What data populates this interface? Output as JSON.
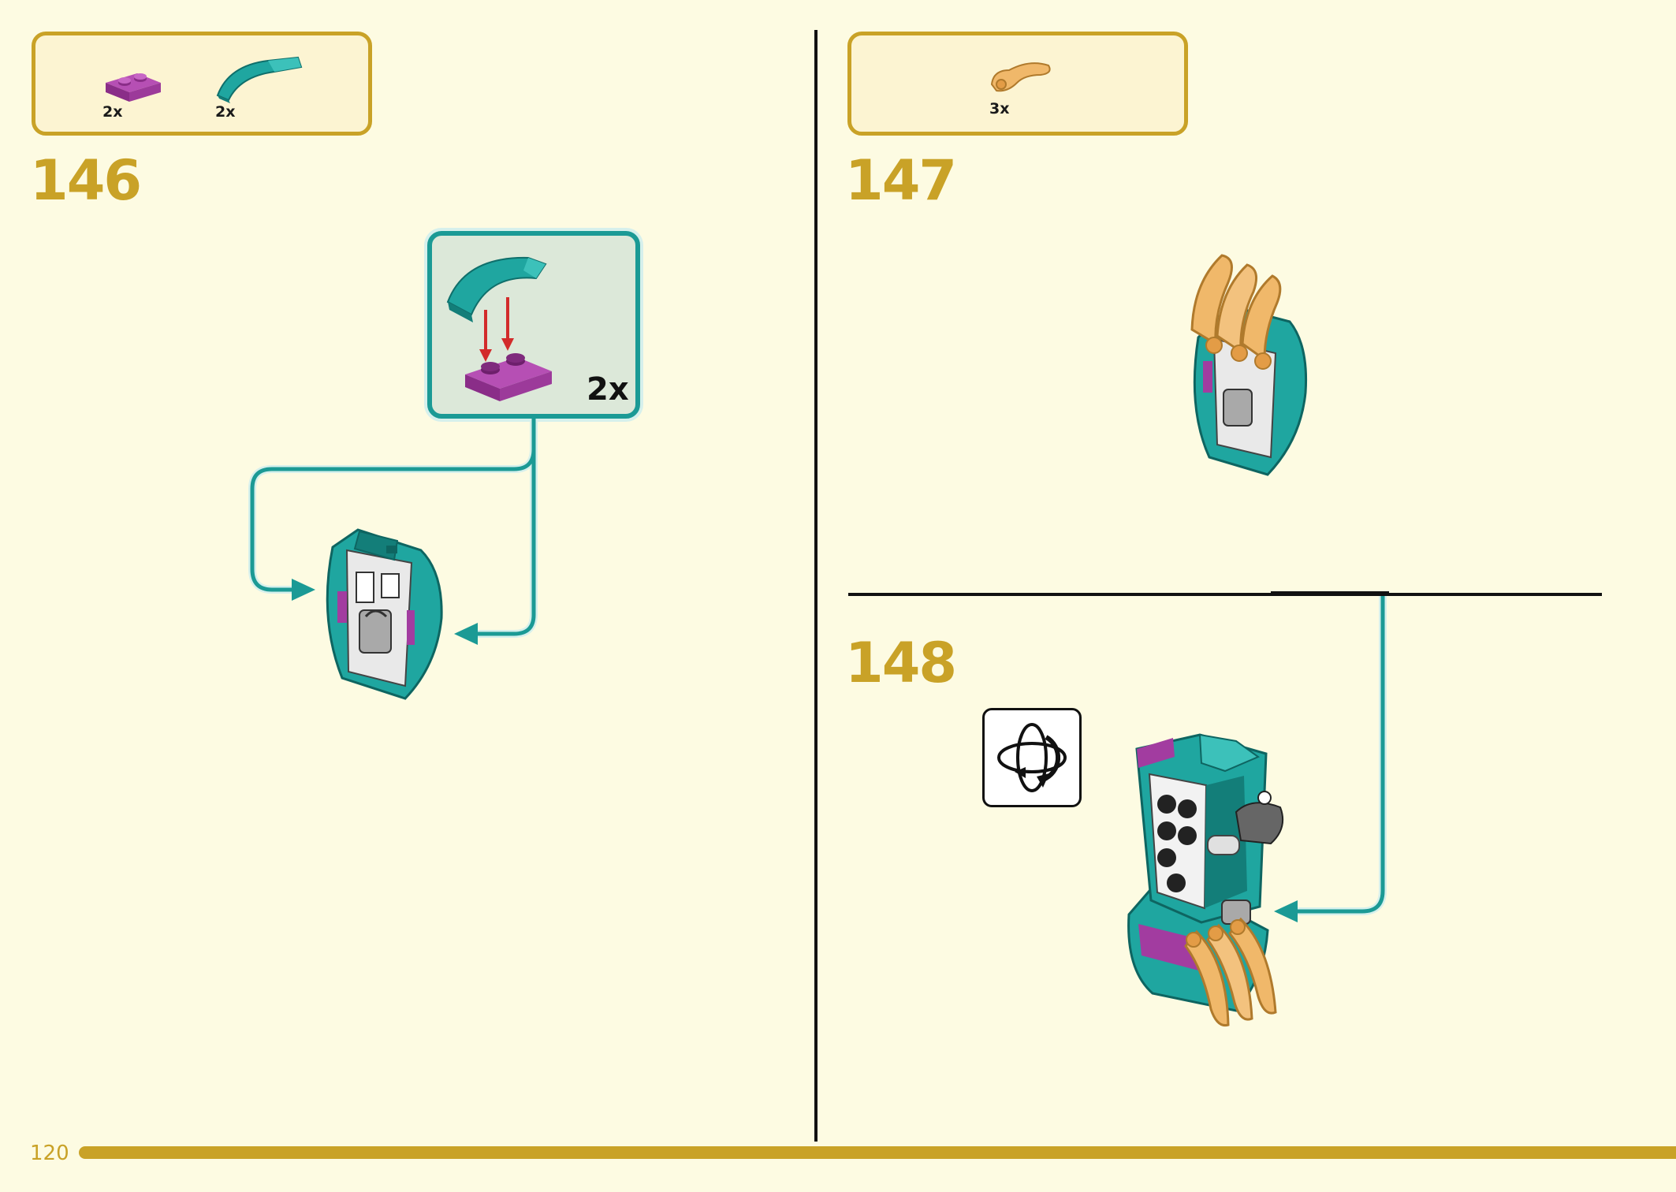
{
  "page": {
    "number": "120"
  },
  "colors": {
    "background": "#fdfbe2",
    "accent_gold": "#c9a227",
    "teal": "#1b9a95",
    "magenta": "#a23ca0",
    "tan": "#f0b86a",
    "red_arrow": "#d22b2b"
  },
  "steps": [
    {
      "number": "146",
      "parts": [
        {
          "name": "magenta-plate-1x2",
          "qty": "2x"
        },
        {
          "name": "teal-curved-slope",
          "qty": "2x"
        }
      ],
      "callout": {
        "multiplier": "2x"
      }
    },
    {
      "number": "147",
      "parts": [
        {
          "name": "tan-claw-piece",
          "qty": "3x"
        }
      ]
    },
    {
      "number": "148",
      "rotate_icon": "rotate-model-icon"
    }
  ]
}
